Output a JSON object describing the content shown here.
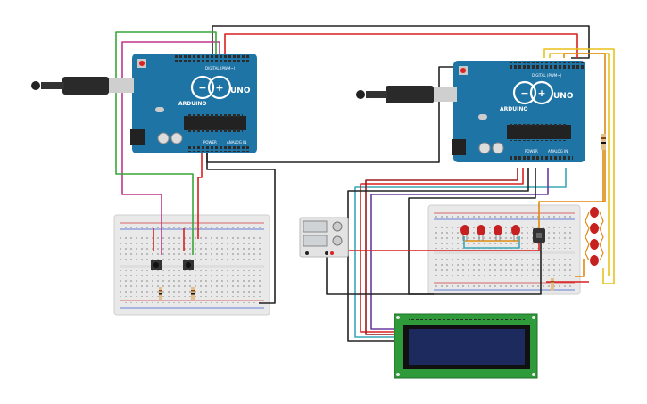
{
  "arduino_left": {
    "brand": "ARDUINO",
    "model": "UNO",
    "digital_label": "DIGITAL (PWM~)",
    "power_label": "POWER",
    "analog_label": "ANALOG IN"
  },
  "arduino_right": {
    "brand": "ARDUINO",
    "model": "UNO",
    "digital_label": "DIGITAL (PWM~)",
    "power_label": "POWER",
    "analog_label": "ANALOG IN"
  },
  "colors": {
    "board": "#1f74a6",
    "board_dark": "#155a82",
    "wire_red": "#d82020",
    "wire_black": "#222222",
    "wire_green": "#3aa639",
    "wire_magenta": "#c0368a",
    "wire_yellow": "#e8c21a",
    "wire_orange": "#e08a10",
    "wire_teal": "#3aa7b8",
    "wire_purple": "#6a3aa0",
    "lcd_pcb": "#2f9a3a",
    "lcd_screen": "#1d2a5e"
  },
  "icons": [
    "usb-plug-icon",
    "reset-button-icon",
    "led-icon",
    "potentiometer-icon",
    "push-button-icon",
    "resistor-icon"
  ]
}
